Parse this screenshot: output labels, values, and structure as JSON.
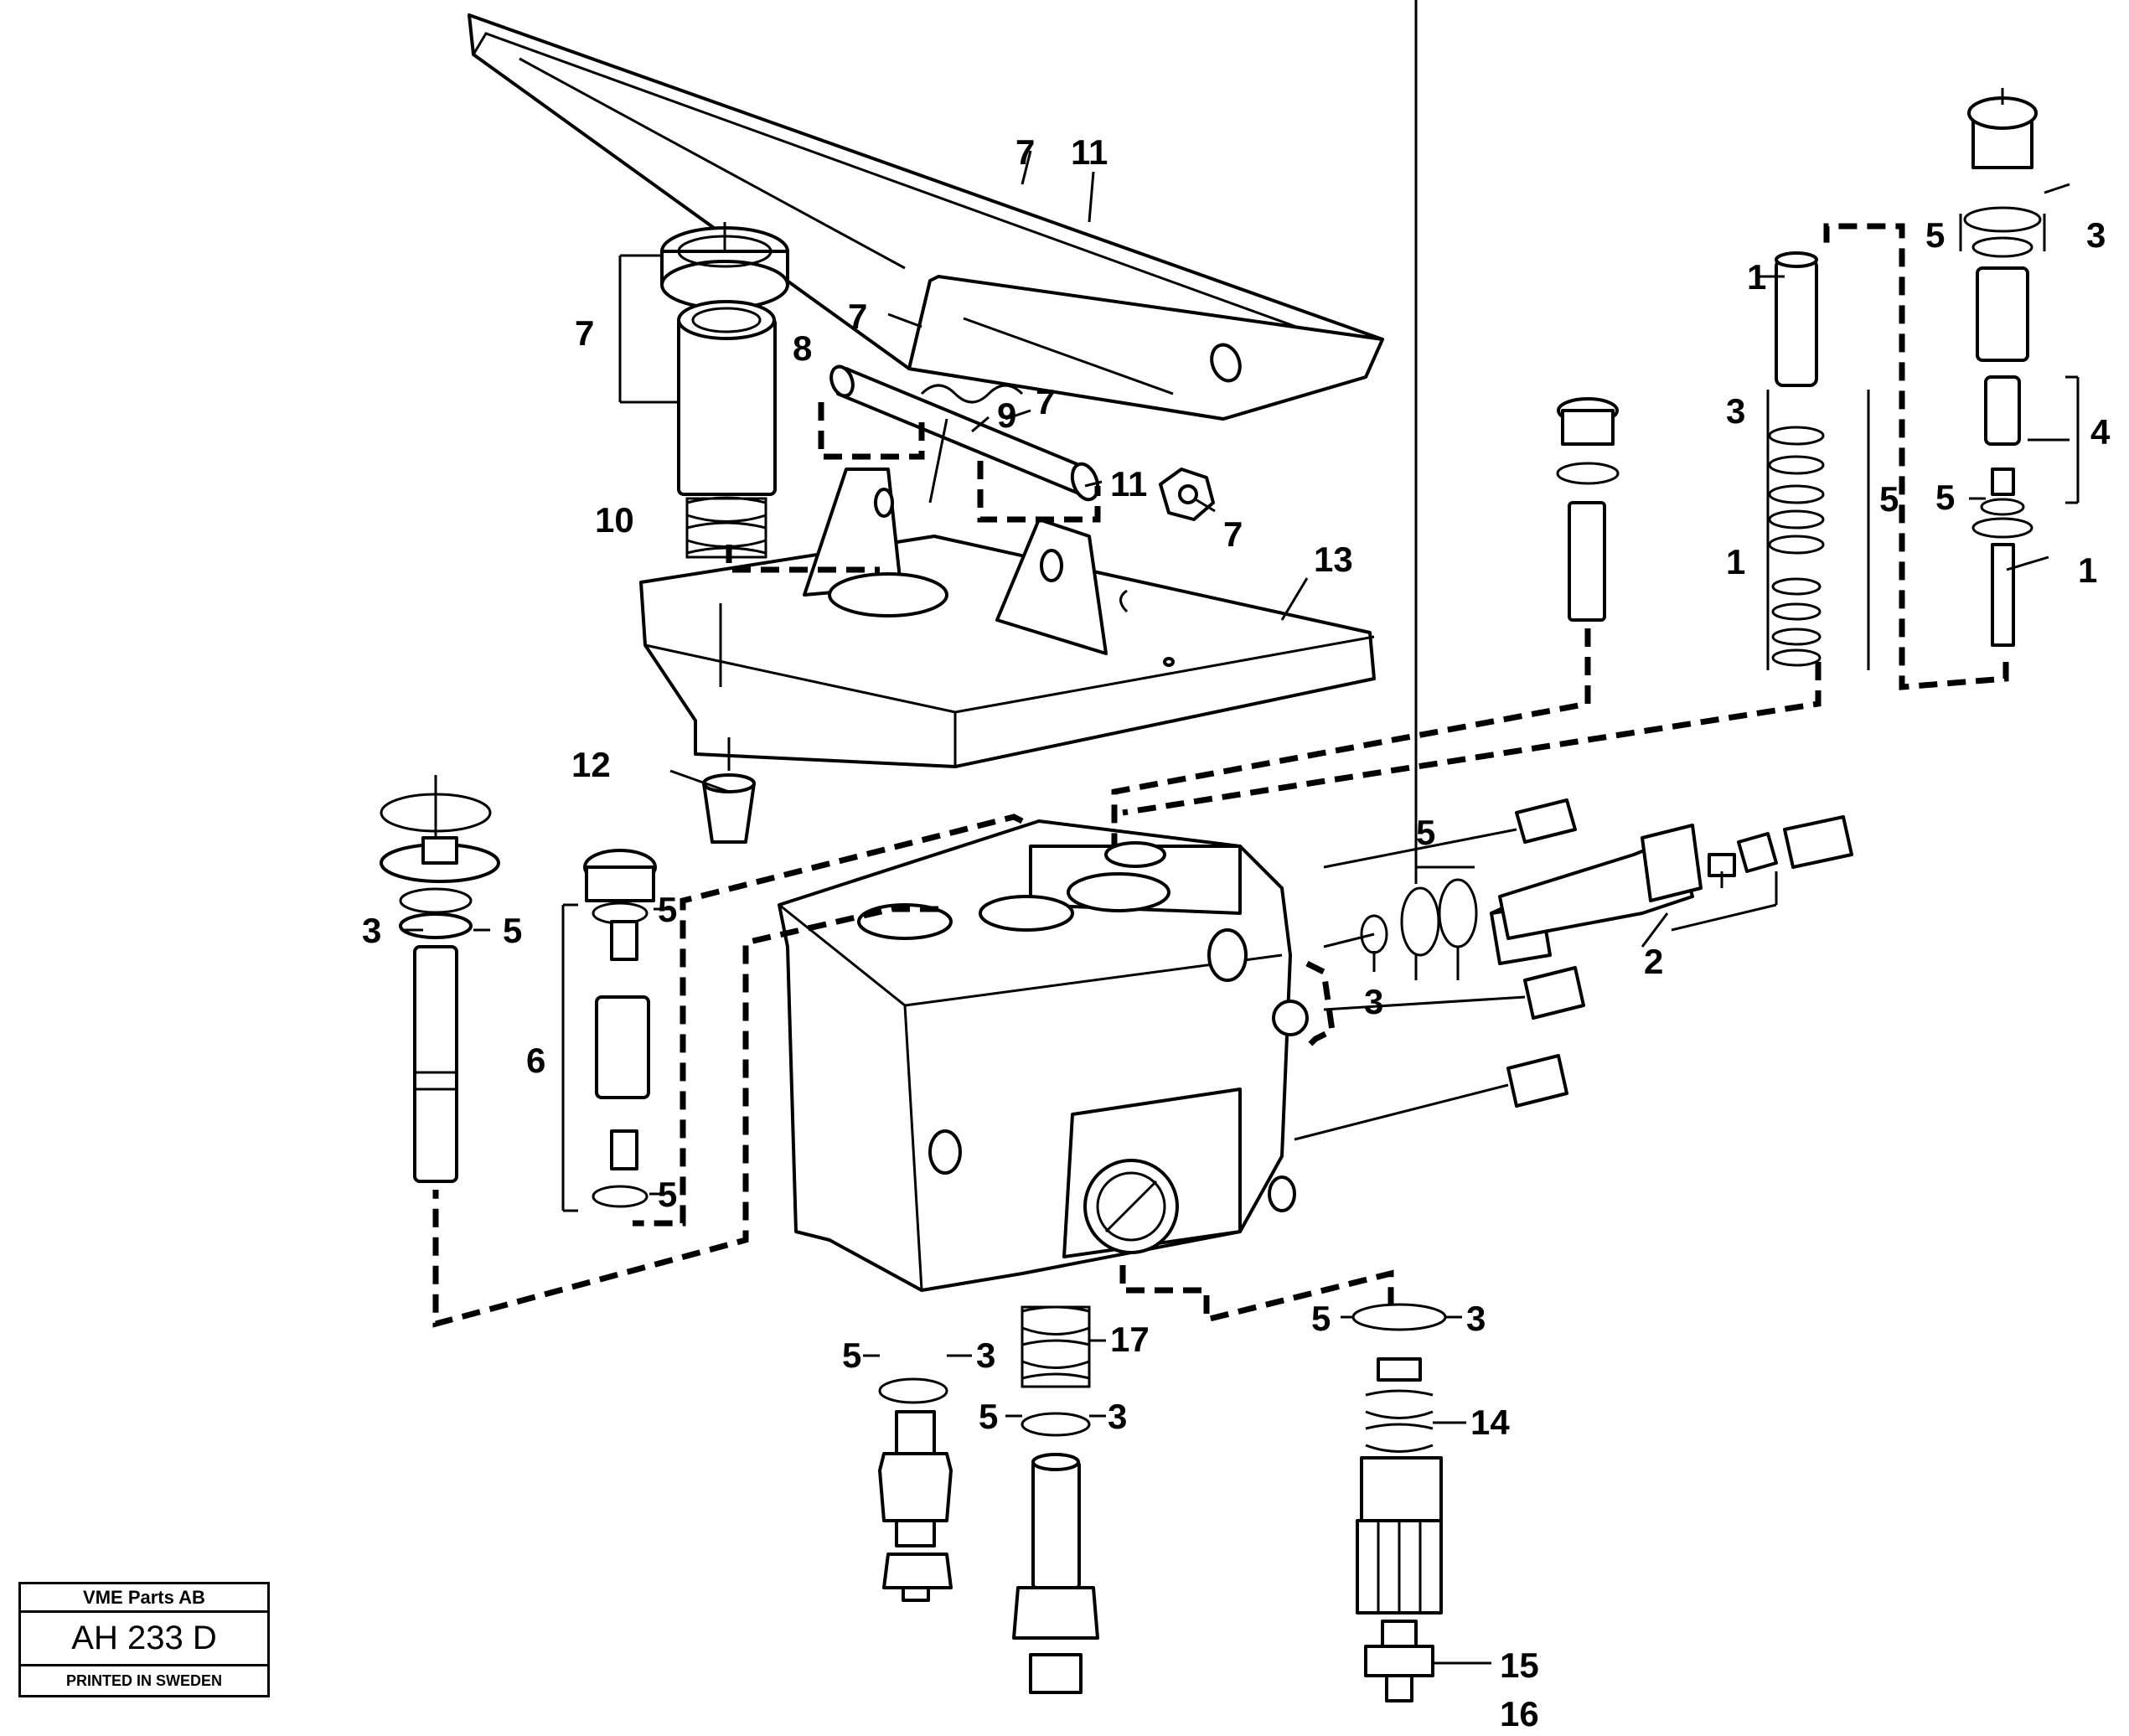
{
  "title_block": {
    "company": "VME Parts AB",
    "code": "AH 233 D",
    "printed": "PRINTED IN SWEDEN"
  },
  "callouts": {
    "pedal": {
      "a": "7",
      "b": "11",
      "c": "7"
    },
    "bushing_stack": {
      "a": "7",
      "b": "8",
      "c": "10"
    },
    "pin": {
      "a": "9",
      "b": "7",
      "c": "11",
      "d": "7"
    },
    "base": {
      "a": "13",
      "b": "12"
    },
    "left_valve": {
      "a": "3",
      "b": "5"
    },
    "center_spool": {
      "a": "5",
      "b": "6",
      "c": "5"
    },
    "top_right_stack": {
      "a": "5",
      "b": "3",
      "c": "1",
      "d": "4",
      "e": "5",
      "f": "1"
    },
    "middle_right_stack": {
      "a": "3",
      "b": "5",
      "c": "1"
    },
    "side_assy": {
      "a": "5",
      "b": "3",
      "c": "2"
    },
    "bottom_left": {
      "a": "5",
      "b": "3"
    },
    "bottom_middle": {
      "a": "17",
      "b": "5",
      "c": "3"
    },
    "bottom_right": {
      "a": "5",
      "b": "3",
      "c": "14",
      "d": "15",
      "e": "16"
    }
  }
}
